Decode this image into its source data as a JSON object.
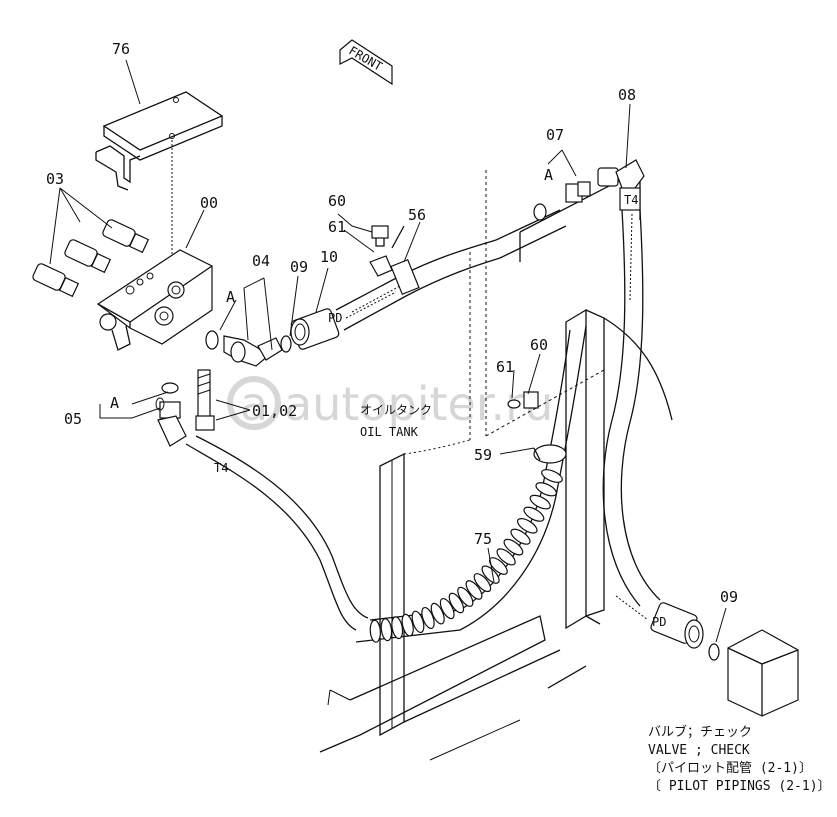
{
  "labels": {
    "bracket_76": "76",
    "valve_00": "00",
    "plugs_03": "03",
    "elbow_04": "04",
    "oring_09_left": "09",
    "hose_10": "10",
    "bolt_60_top": "60",
    "washer_61_top": "61",
    "clamp_56": "56",
    "adapter_07": "07",
    "elbow_08": "08",
    "connector_05": "05",
    "bolts_01_02": "01,02",
    "washer_61_mid": "61",
    "bolt_60_mid": "60",
    "clamp_59": "59",
    "guard_75": "75",
    "oring_09_right": "09",
    "ref_a1": "A",
    "ref_a2": "A",
    "ref_a3": "A",
    "hose_mark_pd_left": "PD",
    "hose_mark_pd_right": "PD",
    "hose_mark_t4_top": "T4",
    "hose_mark_t4_bottom": "T4",
    "front": "FRONT"
  },
  "oil_tank": {
    "jp": "オイルタンク",
    "en": "OIL TANK"
  },
  "watermark": "autopiter.ru",
  "caption": {
    "line1": "バルブ；チェック",
    "line2": "VALVE ; CHECK",
    "line3": "〔パイロット配管 (2-1)〕",
    "line4": "〔 PILOT  PIPINGS (2-1)〕"
  }
}
